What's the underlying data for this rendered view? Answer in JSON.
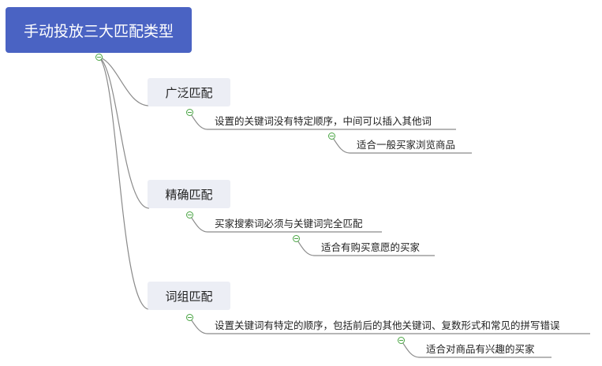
{
  "root": {
    "label": "手动投放三大匹配类型"
  },
  "branches": [
    {
      "label": "广泛匹配",
      "detail": "设置的关键词没有特定顺序，中间可以插入其他词",
      "audience": "适合一般买家浏览商品"
    },
    {
      "label": "精确匹配",
      "detail": "买家搜索词必须与关键词完全匹配",
      "audience": "适合有购买意愿的买家"
    },
    {
      "label": "词组匹配",
      "detail": "设置关键词有特定的顺序，包括前后的其他关键词、复数形式和常见的拼写错误",
      "audience": "适合对商品有兴趣的买家"
    }
  ],
  "colors": {
    "root_fill": "#4a63c3",
    "branch_fill": "#eceef5",
    "line": "#888888",
    "collapse_marker": "#4aa544"
  },
  "icons": {
    "collapse": "collapse-minus-icon"
  }
}
